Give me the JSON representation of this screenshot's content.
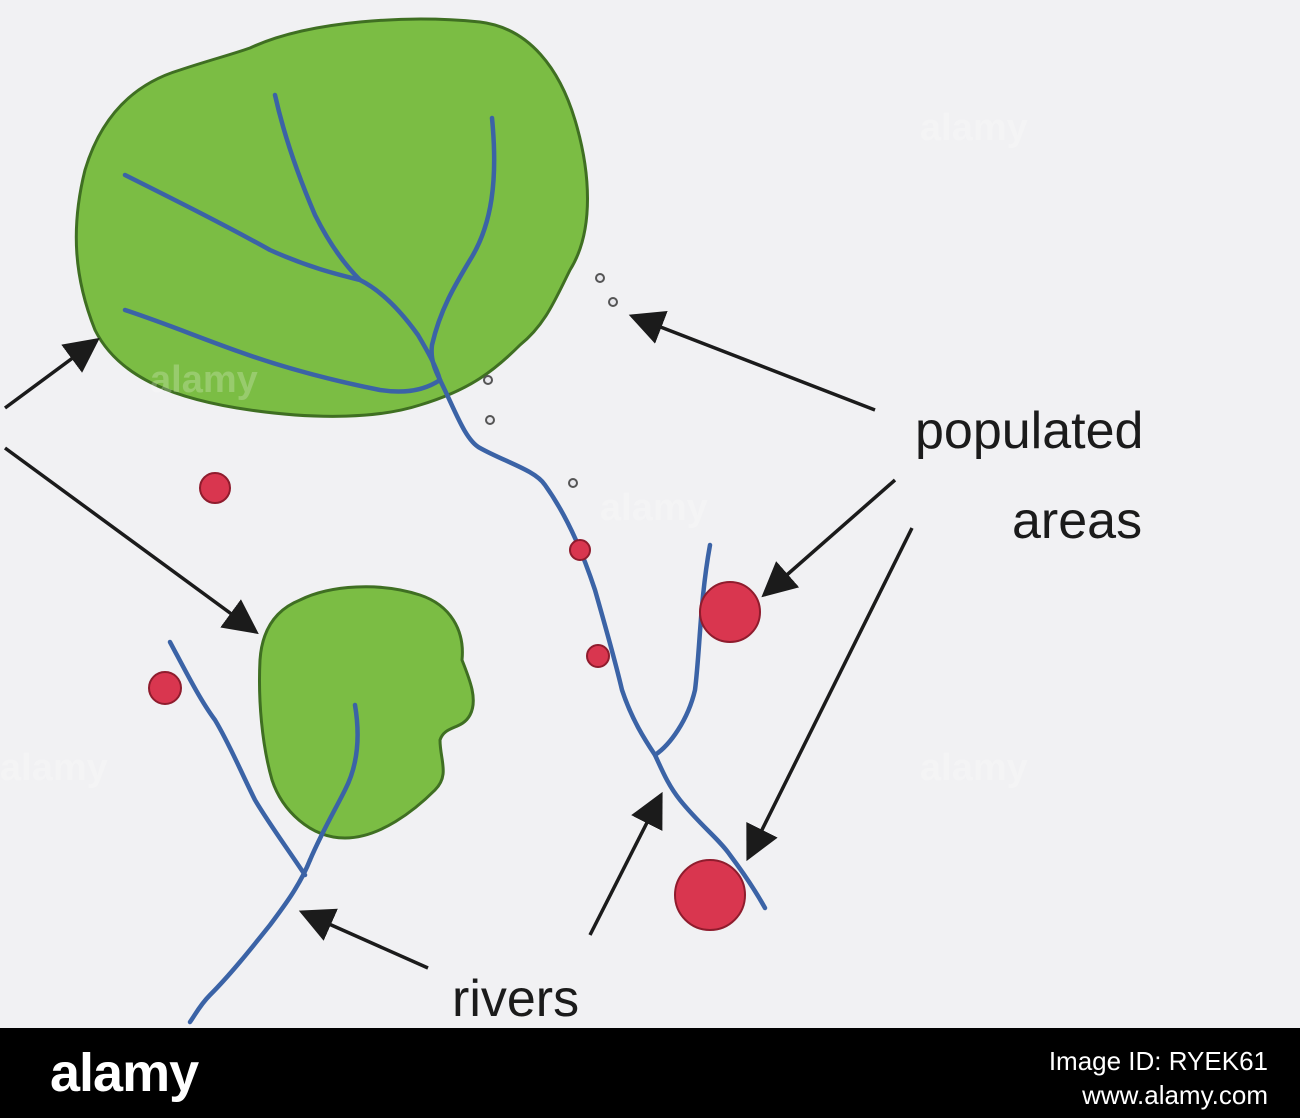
{
  "labels": {
    "populated_line1": "populated",
    "populated_line2": "areas",
    "rivers": "rivers"
  },
  "watermark": {
    "text": "alamy"
  },
  "footer": {
    "logo": "alamy",
    "image_id": "Image ID: RYEK61",
    "url": "www.alamy.com"
  },
  "colors": {
    "background": "#f1f1f3",
    "forest_fill": "#7bbd44",
    "forest_stroke": "#3f6f22",
    "river": "#3b63a6",
    "town_fill": "#d9364f",
    "town_stroke": "#8f1c2d",
    "footer_bg": "#000000"
  }
}
